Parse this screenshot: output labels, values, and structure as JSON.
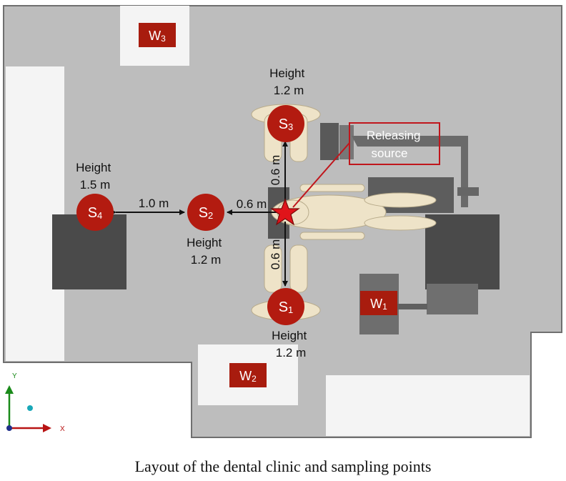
{
  "caption": "Layout of the dental clinic and sampling points",
  "source_label": [
    "Releasing",
    "source"
  ],
  "windows": [
    {
      "letter": "W",
      "sub": "3"
    },
    {
      "letter": "W",
      "sub": "1"
    },
    {
      "letter": "W",
      "sub": "2"
    }
  ],
  "sampling_points": [
    {
      "letter": "S",
      "sub": "1",
      "height": [
        "Height",
        "1.2 m"
      ]
    },
    {
      "letter": "S",
      "sub": "2",
      "height": [
        "Height",
        "1.2 m"
      ]
    },
    {
      "letter": "S",
      "sub": "3",
      "height": [
        "Height",
        "1.2 m"
      ]
    },
    {
      "letter": "S",
      "sub": "4",
      "height": [
        "Height",
        "1.5 m"
      ]
    }
  ],
  "distances": {
    "s4_to_s2": "1.0 m",
    "source_to_s2": "0.6 m",
    "source_to_s3": "0.6 m",
    "source_to_s1": "0.6 m"
  },
  "axes": {
    "x": "X",
    "y": "Y"
  },
  "colors": {
    "floor": "#bdbdbd",
    "marker": "#b31b10",
    "window": "#a81c0e",
    "furniture": "#4a4a4a",
    "source_star": "#e0141a",
    "source_box": "#c0161c"
  }
}
